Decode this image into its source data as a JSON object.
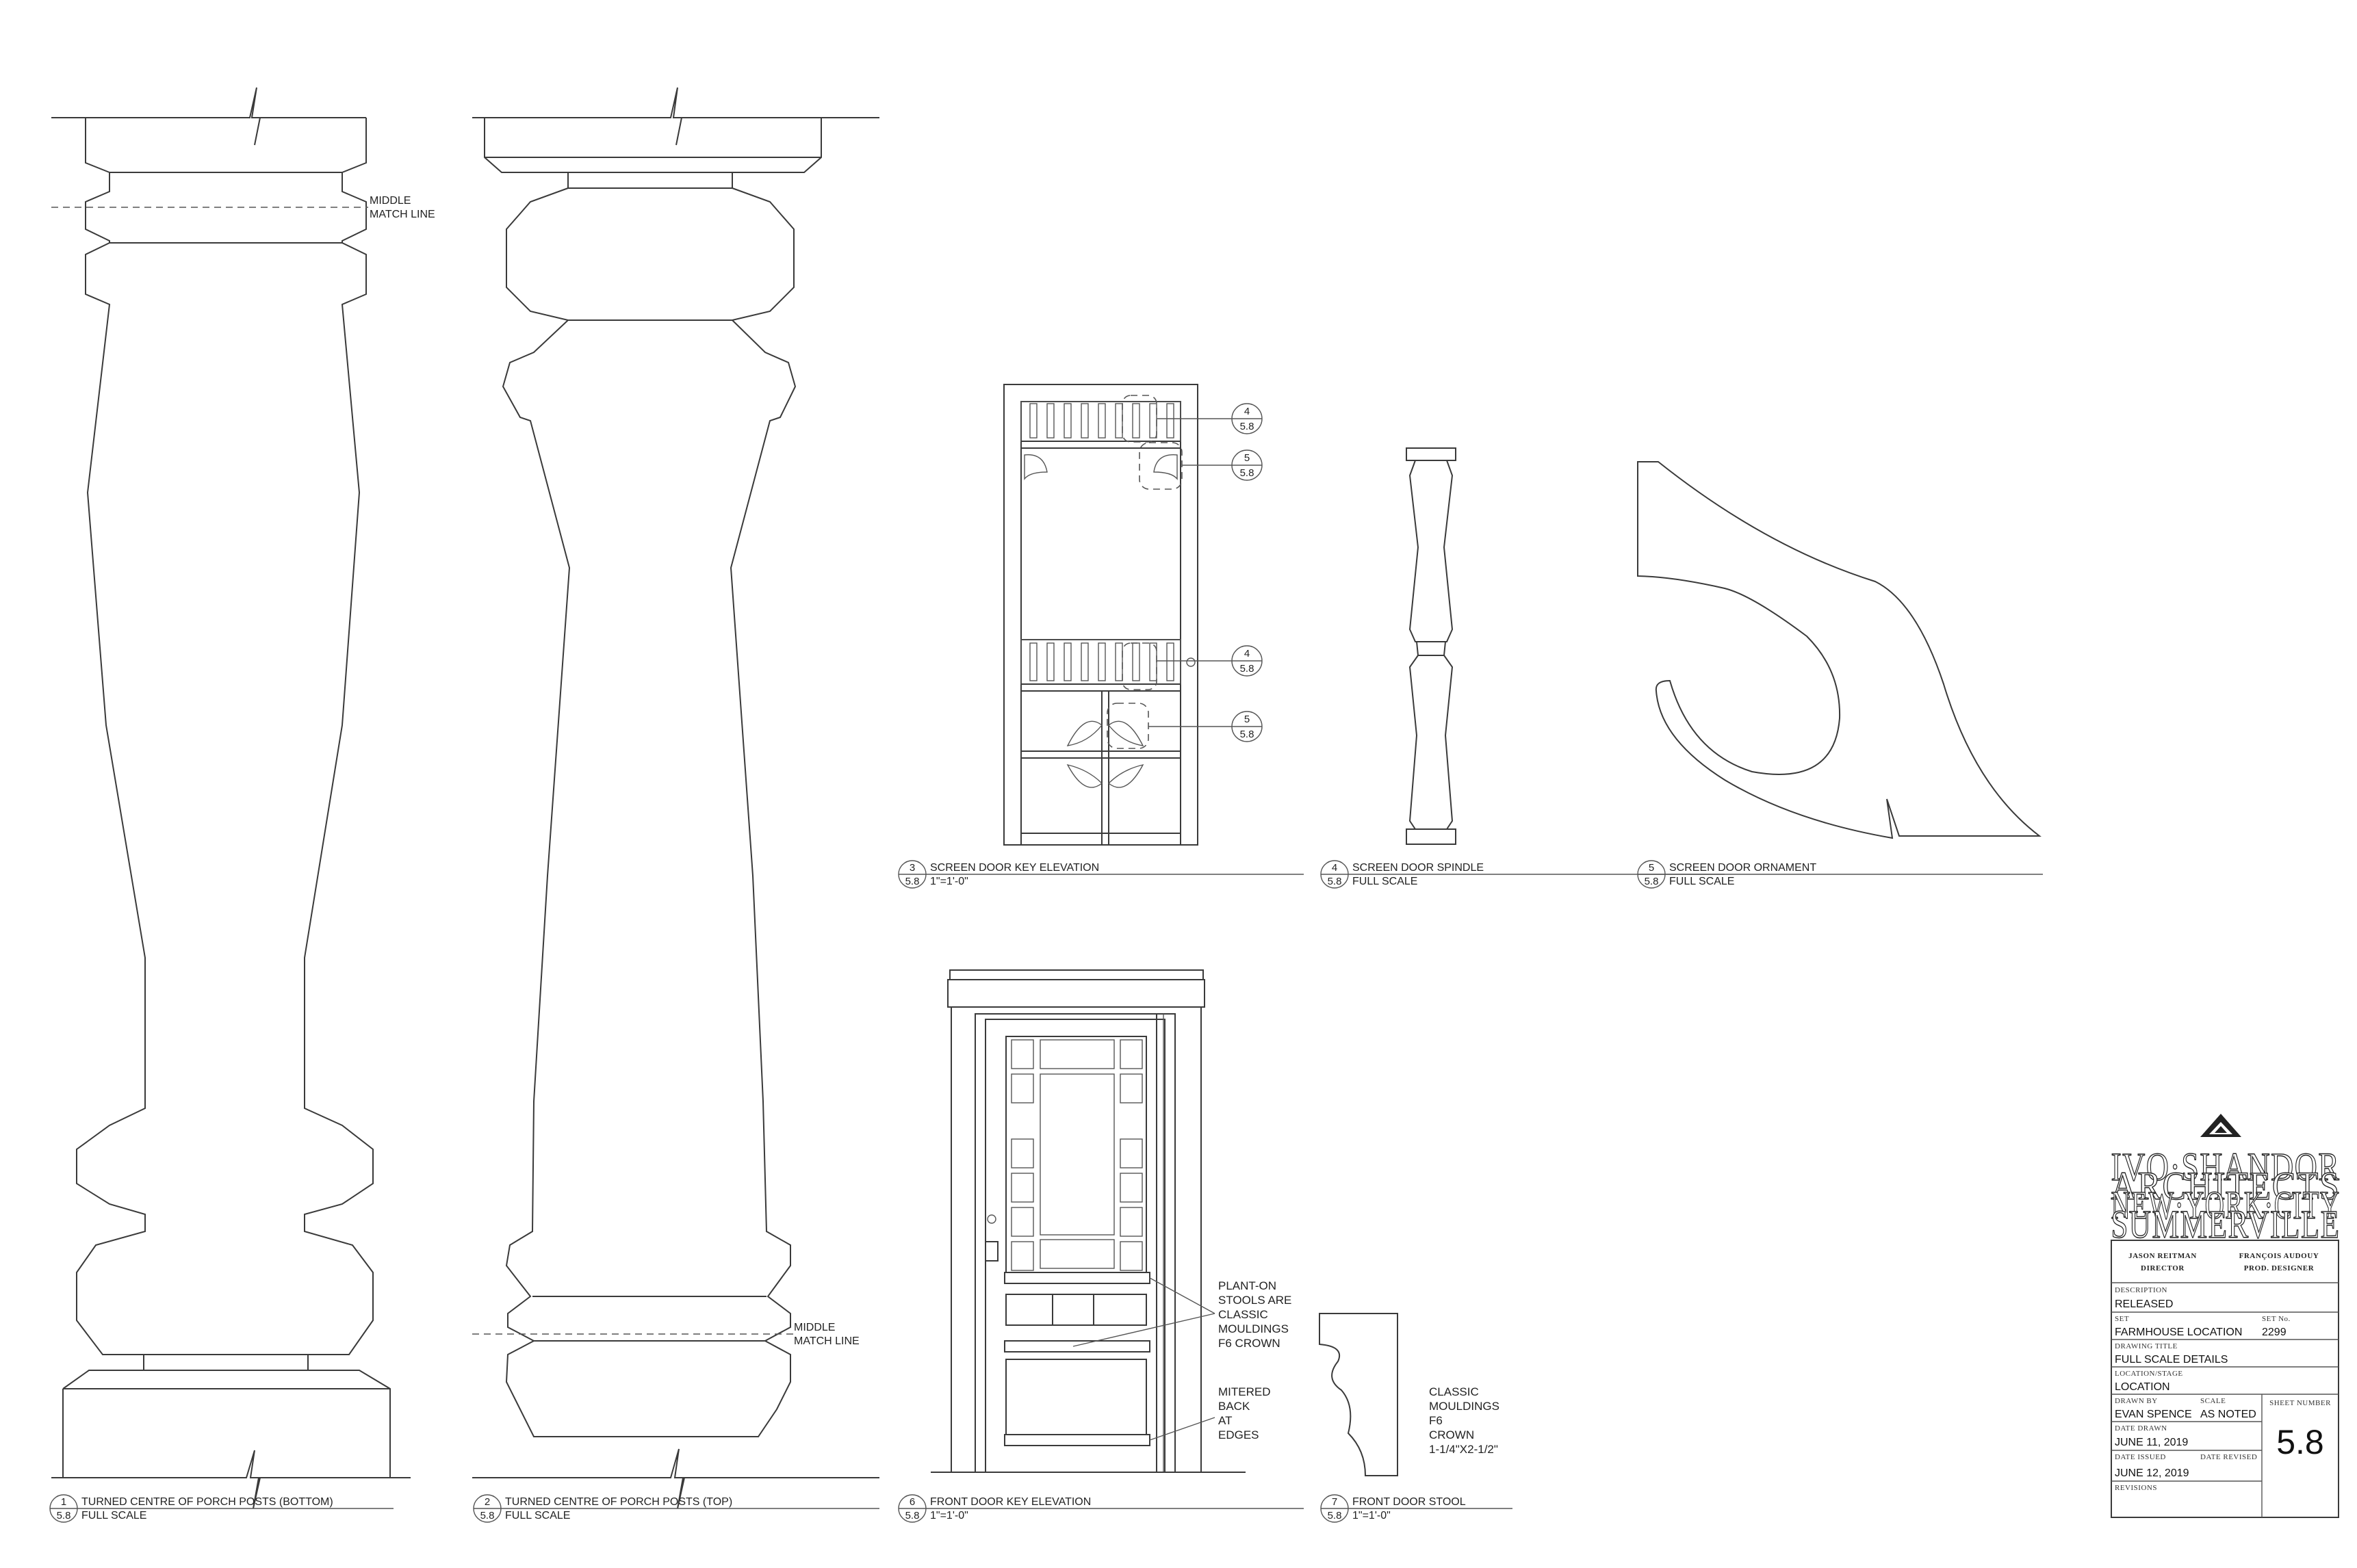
{
  "details": [
    {
      "num": "1",
      "sheet": "5.8",
      "title": "TURNED CENTRE OF PORCH POSTS (BOTTOM)",
      "scale": "FULL SCALE"
    },
    {
      "num": "2",
      "sheet": "5.8",
      "title": "TURNED CENTRE OF PORCH POSTS (TOP)",
      "scale": "FULL SCALE"
    },
    {
      "num": "3",
      "sheet": "5.8",
      "title": "SCREEN DOOR KEY ELEVATION",
      "scale": "1\"=1'-0\""
    },
    {
      "num": "4",
      "sheet": "5.8",
      "title": "SCREEN DOOR SPINDLE",
      "scale": "FULL SCALE"
    },
    {
      "num": "5",
      "sheet": "5.8",
      "title": "SCREEN DOOR ORNAMENT",
      "scale": "FULL SCALE"
    },
    {
      "num": "6",
      "sheet": "5.8",
      "title": "FRONT DOOR KEY ELEVATION",
      "scale": "1\"=1'-0\""
    },
    {
      "num": "7",
      "sheet": "5.8",
      "title": "FRONT DOOR STOOL",
      "scale": "1\"=1'-0\""
    }
  ],
  "match_line": [
    "MIDDLE",
    "MATCH LINE"
  ],
  "callouts": [
    {
      "num": "4",
      "sheet": "5.8"
    },
    {
      "num": "5",
      "sheet": "5.8"
    },
    {
      "num": "4",
      "sheet": "5.8"
    },
    {
      "num": "5",
      "sheet": "5.8"
    }
  ],
  "notes": {
    "plant_on": [
      "PLANT-ON",
      "STOOLS ARE",
      "CLASSIC",
      "MOULDINGS",
      "F6 CROWN"
    ],
    "mitered": [
      "MITERED",
      "BACK",
      "AT",
      "EDGES"
    ],
    "classic": [
      "CLASSIC",
      "MOULDINGS",
      "F6",
      "CROWN",
      "1-1/4\"X2-1/2\""
    ]
  },
  "title_block": {
    "firm_lines": [
      "IVO·SHANDOR",
      "ARCHITECTS",
      "NEW·YORK·CITY",
      "SUMMERVILLE"
    ],
    "director_name": "JASON REITMAN",
    "director_role": "DIRECTOR",
    "designer_name": "FRANÇOIS AUDOUY",
    "designer_role": "PROD. DESIGNER",
    "description_label": "DESCRIPTION",
    "description": "RELEASED",
    "set_label": "SET",
    "set": "FARMHOUSE LOCATION",
    "set_no_label": "SET No.",
    "set_no": "2299",
    "drawing_title_label": "DRAWING TITLE",
    "drawing_title": "FULL SCALE DETAILS",
    "location_label": "LOCATION/STAGE",
    "location": "LOCATION",
    "drawn_by_label": "DRAWN BY",
    "drawn_by": "EVAN SPENCE",
    "scale_label": "SCALE",
    "scale": "AS NOTED",
    "sheet_number_label": "SHEET NUMBER",
    "sheet_number": "5.8",
    "date_drawn_label": "DATE DRAWN",
    "date_drawn": "JUNE 11, 2019",
    "date_issued_label": "DATE ISSUED",
    "date_issued": "JUNE 12, 2019",
    "date_revised_label": "DATE REVISED",
    "revisions_label": "REVISIONS"
  }
}
